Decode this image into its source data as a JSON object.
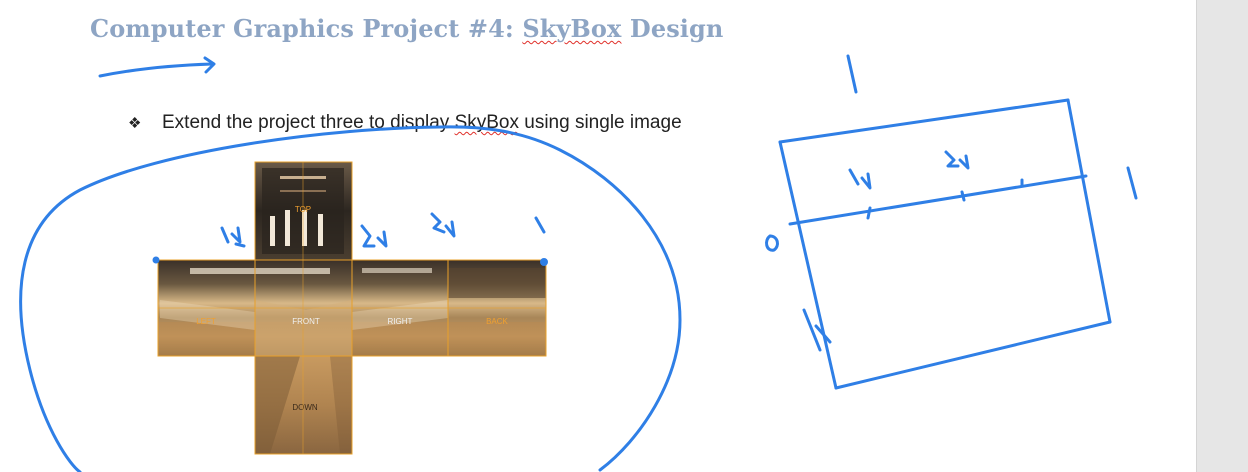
{
  "document": {
    "title_prefix": "Computer Graphics Project #4:  ",
    "title_word": "SkyBox",
    "title_suffix": " Design",
    "bullet_icon": "❖",
    "bullet_before": "Extend the project three to display ",
    "bullet_word": "SkyBox",
    "bullet_after": " using single image"
  },
  "skybox_faces": {
    "top": "TOP",
    "left": "LEFT",
    "front": "FRONT",
    "right": "RIGHT",
    "back": "BACK",
    "down": "DOWN"
  },
  "colors": {
    "title": "#8ea5c4",
    "ink": "#2f7fe6",
    "spellcheck": "#e0302a",
    "face_grid": "#e8a02a"
  }
}
